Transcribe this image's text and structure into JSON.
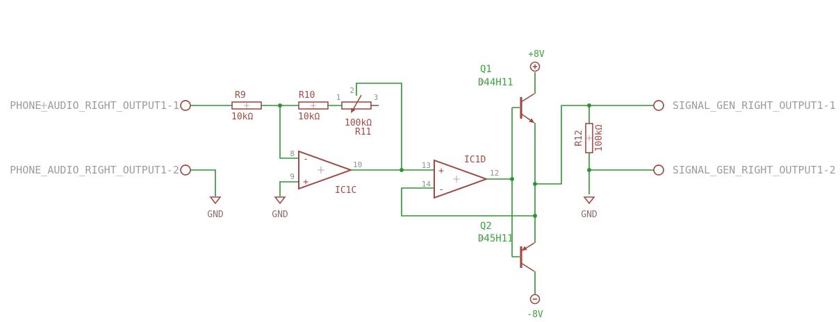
{
  "colors": {
    "bg": "#ffffff",
    "wire": "#2f9331",
    "part": "#9f4a45",
    "net-text": "#9c9c9c",
    "green-text": "#3aa33a",
    "pin-text": "#8f8f8f",
    "gnd-text": "#8c7068",
    "cross": "#bba6a2"
  },
  "nets": {
    "phone_1": "PHONE_AUDIO_RIGHT_OUTPUT1-1",
    "phone_2": "PHONE_AUDIO_RIGHT_OUTPUT1-2",
    "siggen_1": "SIGNAL_GEN_RIGHT_OUTPUT1-1",
    "siggen_2": "SIGNAL_GEN_RIGHT_OUTPUT1-2"
  },
  "power": {
    "vcc": "+8V",
    "vee": "-8V",
    "gnd": "GND"
  },
  "parts": {
    "r9": {
      "name": "R9",
      "value": "10kΩ"
    },
    "r10": {
      "name": "R10",
      "value": "10kΩ"
    },
    "r11": {
      "name": "R11",
      "value": "100kΩ",
      "pin1": "1",
      "pin2": "2",
      "pin3": "3"
    },
    "r12": {
      "name": "R12",
      "value": "100kΩ"
    },
    "ic1c": {
      "name": "IC1C",
      "pin_in_top": "8",
      "pin_in_bottom": "9",
      "pin_out": "10",
      "sign_top": "-",
      "sign_bottom": "+"
    },
    "ic1d": {
      "name": "IC1D",
      "pin_in_top": "13",
      "pin_in_bottom": "14",
      "pin_out": "12",
      "sign_top": "+",
      "sign_bottom": "-"
    },
    "q1": {
      "name": "Q1",
      "value": "D44H11"
    },
    "q2": {
      "name": "Q2",
      "value": "D45H11"
    }
  }
}
